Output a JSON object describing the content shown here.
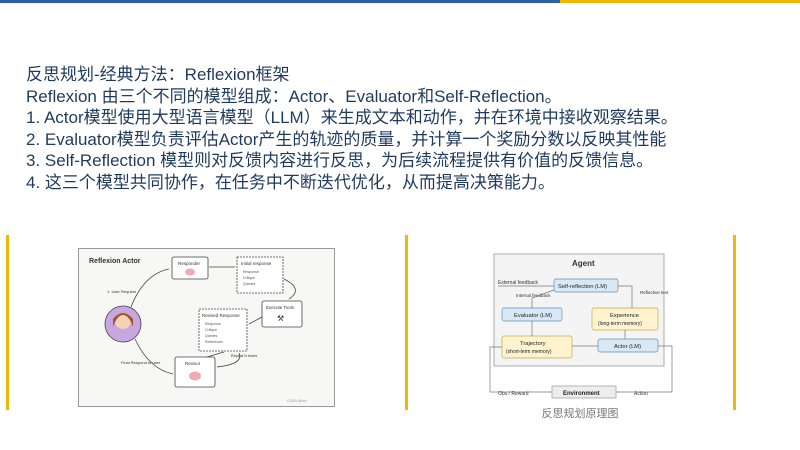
{
  "colors": {
    "title_text": "#1f3a5f",
    "accent_yellow": "#f2b705",
    "accent_blue": "#2b5fa8",
    "card_blue": "#d9e8f5",
    "card_yellow": "#fdf3cf"
  },
  "slide": {
    "lines": [
      "反思规划-经典方法：Reflexion框架",
      "Reflexion 由三个不同的模型组成：Actor、Evaluator和Self-Reflection。",
      "1.  Actor模型使用大型语言模型（LLM）来生成文本和动作，并在环境中接收观察结果。",
      "2.  Evaluator模型负责评估Actor产生的轨迹的质量，并计算一个奖励分数以反映其性能",
      "3.  Self-Reflection 模型则对反馈内容进行反思，为后续流程提供有价值的反馈信息。",
      "4.  这三个模型共同协作，在任务中不断迭代优化，从而提高决策能力。"
    ]
  },
  "left_diagram": {
    "title": "Reflexion Actor",
    "responder": "Responder",
    "initial_response": "Initial response",
    "initial_items": [
      "Response",
      "Critique",
      "Queries"
    ],
    "user_request": "1. User Request",
    "revised_response": "Revised Response",
    "revised_items": [
      "Response",
      "Critique",
      "Queries",
      "References"
    ],
    "execute_tools": "Execute Tools",
    "revisor": "Revisor",
    "repeat": "Repeat N times",
    "final_respond": "Final Respond to user",
    "watermark": "CSDN @xxx"
  },
  "right_diagram": {
    "agent": "Agent",
    "external_feedback": "External feedback",
    "self_reflection": "Self-reflection (LM)",
    "reflective_text": "Reflective text",
    "internal_feedback": "Internal feedback",
    "evaluator": "Evaluator (LM)",
    "experience": "Experience",
    "experience_sub": "(long-term memory)",
    "trajectory": "Trajectory",
    "trajectory_sub": "(short-term memory)",
    "actor": "Actor (LM)",
    "obs_reward": "Obs / Reward",
    "environment": "Environment",
    "action": "Action"
  },
  "caption": "反思规划原理图"
}
